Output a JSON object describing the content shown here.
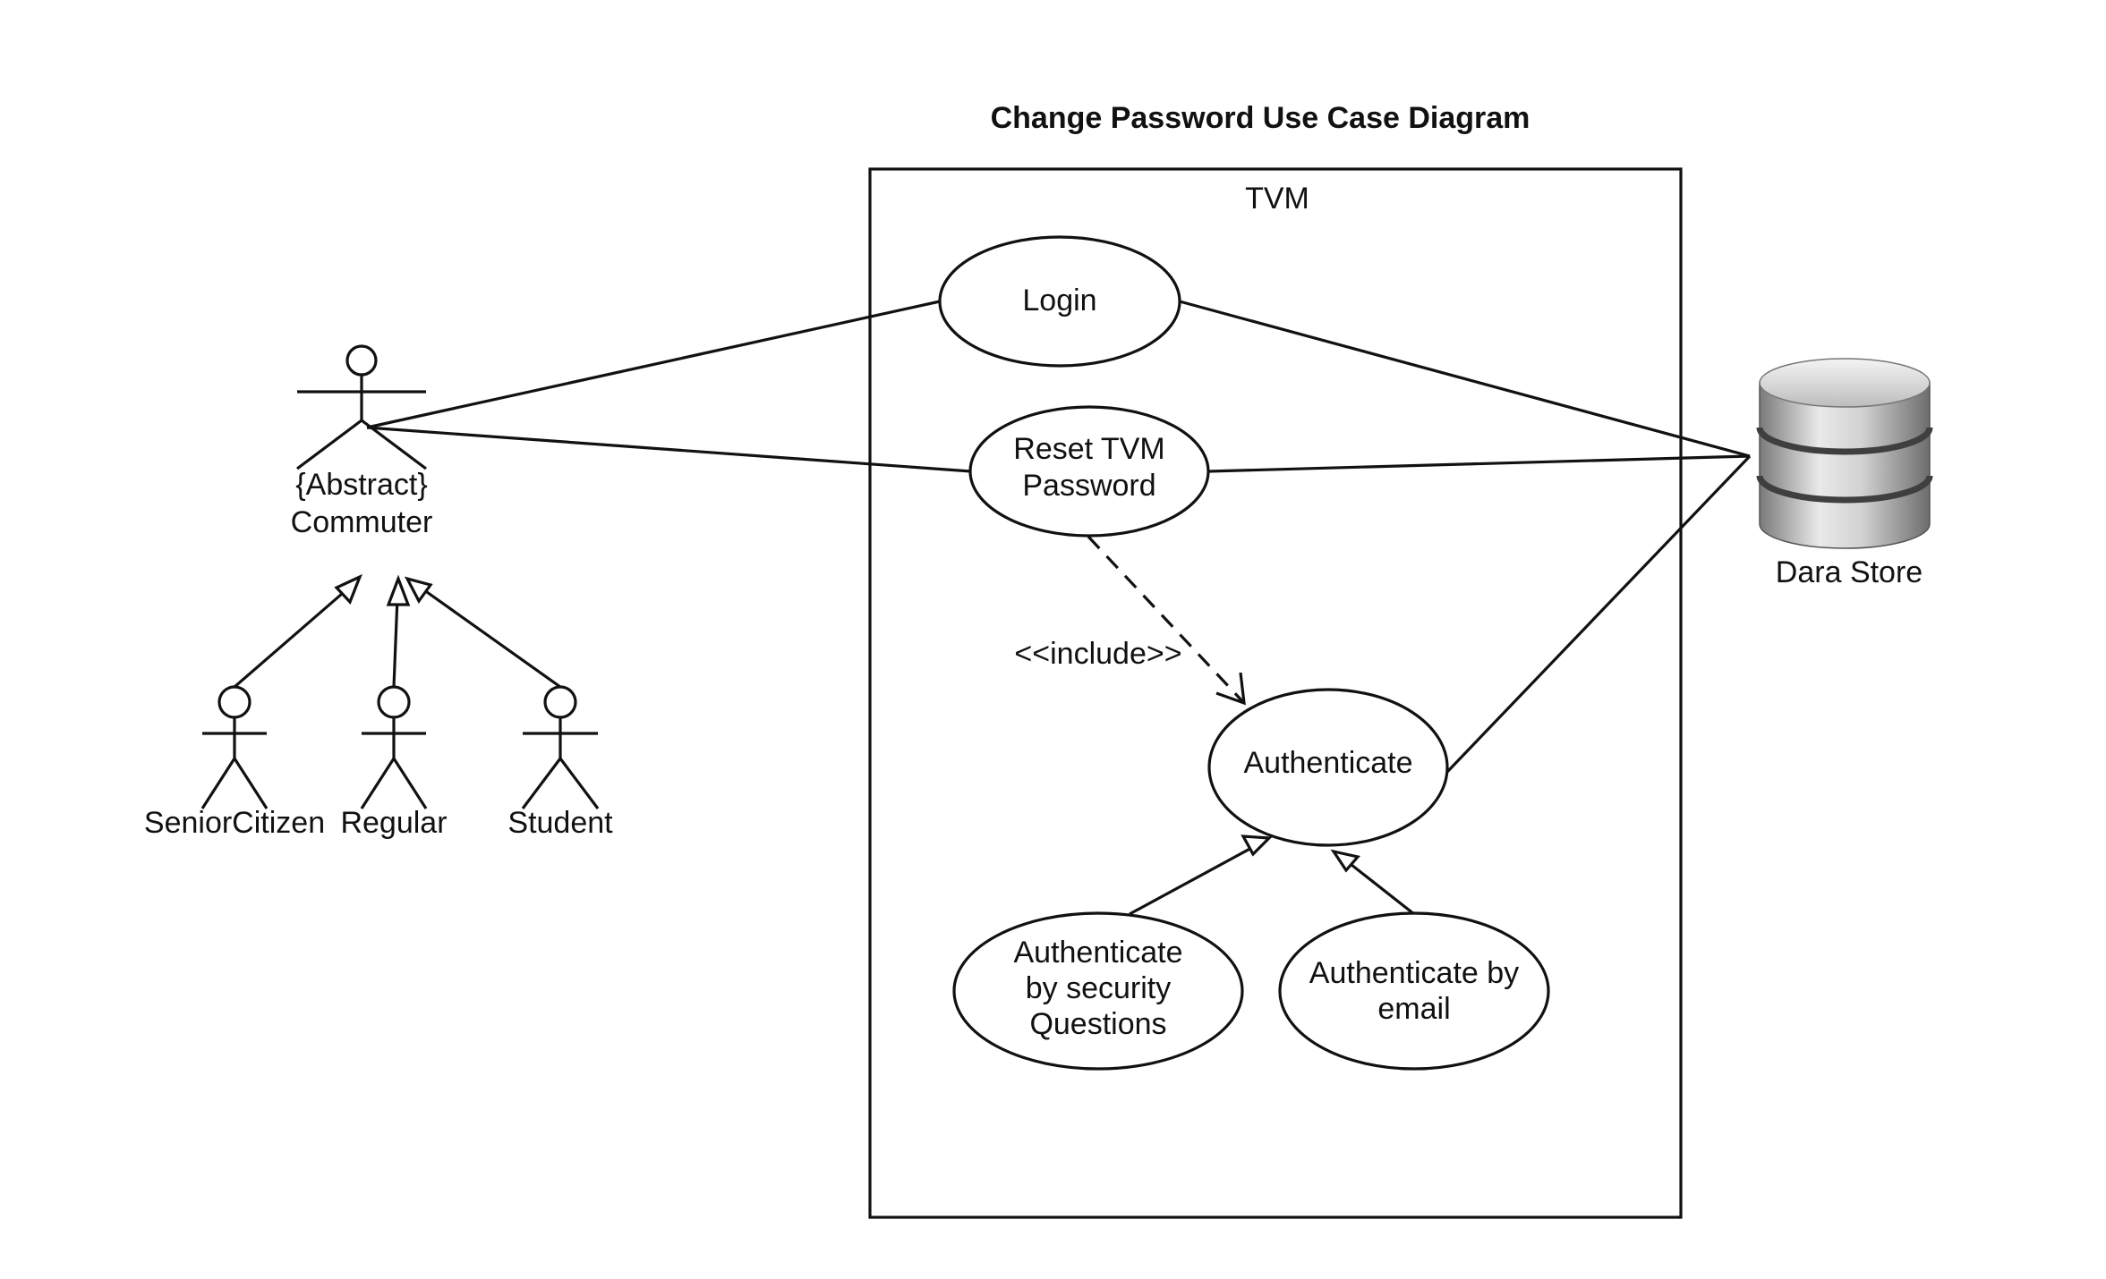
{
  "diagram": {
    "title": "Change Password Use Case Diagram",
    "system_boundary": "TVM",
    "actors": {
      "commuter": [
        "{Abstract}",
        "Commuter"
      ],
      "senior": "SeniorCitizen",
      "regular": "Regular",
      "student": "Student"
    },
    "use_cases": {
      "login": [
        "Login"
      ],
      "reset": [
        "Reset TVM",
        "Password"
      ],
      "authenticate": [
        "Authenticate"
      ],
      "auth_security": [
        "Authenticate",
        "by security",
        "Questions"
      ],
      "auth_email": [
        "Authenticate by",
        "email"
      ]
    },
    "include_label": "<<include>>",
    "data_store": "Dara Store"
  }
}
